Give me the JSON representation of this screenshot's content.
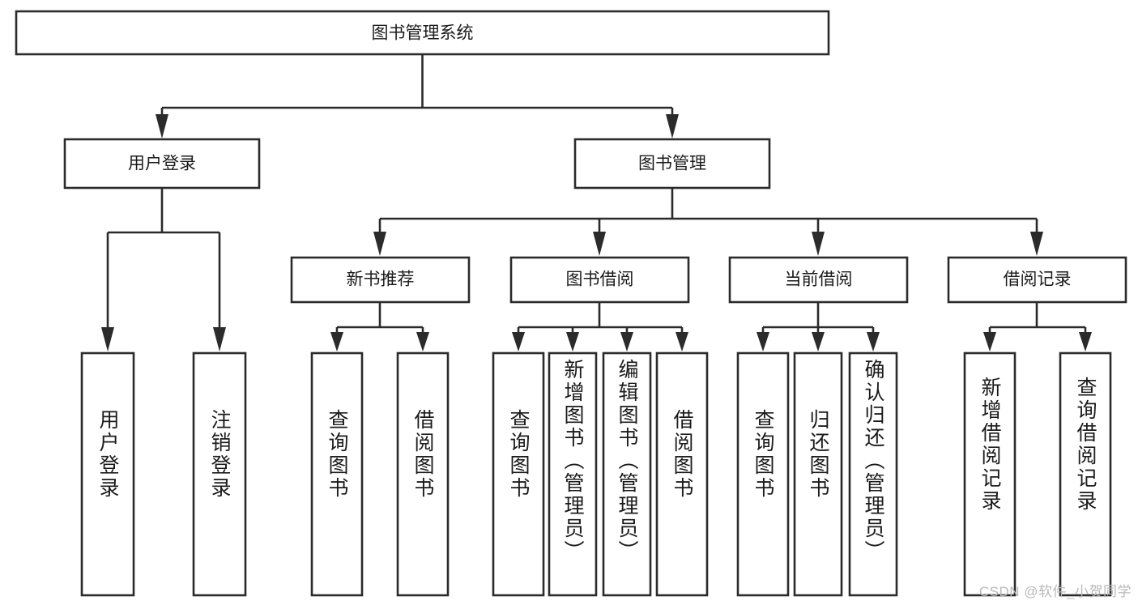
{
  "diagram": {
    "title": "图书管理系统",
    "watermark": "CSDN @软件_小贺同学",
    "levels": {
      "root": {
        "label": "图书管理系统"
      },
      "level2": [
        {
          "label": "用户登录"
        },
        {
          "label": "图书管理"
        }
      ],
      "level3": [
        {
          "label": "新书推荐"
        },
        {
          "label": "图书借阅"
        },
        {
          "label": "当前借阅"
        },
        {
          "label": "借阅记录"
        }
      ],
      "leaves": [
        {
          "label": "用户登录",
          "parent": "用户登录"
        },
        {
          "label": "注销登录",
          "parent": "用户登录"
        },
        {
          "label": "查询图书",
          "parent": "新书推荐"
        },
        {
          "label": "借阅图书",
          "parent": "新书推荐"
        },
        {
          "label": "查询图书",
          "parent": "图书借阅"
        },
        {
          "label": "新增图书（管理员）",
          "parent": "图书借阅"
        },
        {
          "label": "编辑图书（管理员）",
          "parent": "图书借阅"
        },
        {
          "label": "借阅图书",
          "parent": "图书借阅"
        },
        {
          "label": "查询图书",
          "parent": "当前借阅"
        },
        {
          "label": "归还图书",
          "parent": "当前借阅"
        },
        {
          "label": "确认归还（管理员）",
          "parent": "当前借阅"
        },
        {
          "label": "新增借阅记录",
          "parent": "借阅记录"
        },
        {
          "label": "查询借阅记录",
          "parent": "借阅记录"
        }
      ]
    },
    "colors": {
      "stroke": "#2b2b2b",
      "fill": "#ffffff",
      "text": "#1b1b1b",
      "watermark": "#b9b9b9"
    }
  }
}
